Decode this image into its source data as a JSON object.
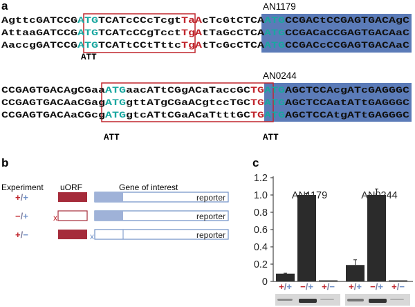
{
  "panel_a": {
    "label": "a",
    "gene_top": "AN1179",
    "gene_bottom": "AN0244",
    "block_top": [
      [
        {
          "t": "AgttcGATCCG",
          "c": "k"
        },
        {
          "t": "ATG",
          "c": "g"
        },
        {
          "t": "TCATcCCcTcgt",
          "c": "k"
        },
        {
          "t": "TaA",
          "c": "r"
        },
        {
          "t": "cTcGtCTCA",
          "c": "k"
        },
        {
          "t": "ATG",
          "c": "g"
        },
        {
          "t": "CCGACtCCGAGTGACAgC",
          "c": "k"
        }
      ],
      [
        {
          "t": "AttaaGATCCG",
          "c": "k"
        },
        {
          "t": "ATG",
          "c": "g"
        },
        {
          "t": "TCATcCCgTcct",
          "c": "k"
        },
        {
          "t": "TgA",
          "c": "r"
        },
        {
          "t": "tTaGcCTCA",
          "c": "k"
        },
        {
          "t": "ATG",
          "c": "g"
        },
        {
          "t": "CCGACaCCGAGTGACAaC",
          "c": "k"
        }
      ],
      [
        {
          "t": "AaccgGATCCG",
          "c": "k"
        },
        {
          "t": "ATG",
          "c": "g"
        },
        {
          "t": "TCATtCCtTttc",
          "c": "k"
        },
        {
          "t": "TgA",
          "c": "r"
        },
        {
          "t": "tTcGcCTCA",
          "c": "k"
        },
        {
          "t": "ATG",
          "c": "g"
        },
        {
          "t": "CCGACcCCGAGTGACAaC",
          "c": "k"
        }
      ]
    ],
    "block_bottom": [
      [
        {
          "t": "CCGAGTGACAgCGaa",
          "c": "k"
        },
        {
          "t": "ATG",
          "c": "g"
        },
        {
          "t": "aacATtCGgACaTaccGC",
          "c": "k"
        },
        {
          "t": "TG",
          "c": "r"
        },
        {
          "t": "ATG",
          "c": "g"
        },
        {
          "t": "AGCTCCAcgATcGAGGGC",
          "c": "k"
        }
      ],
      [
        {
          "t": "CCGAGTGACAaCGag",
          "c": "k"
        },
        {
          "t": "ATG",
          "c": "g"
        },
        {
          "t": "gttATgCGaACgtccTGC",
          "c": "k"
        },
        {
          "t": "TG",
          "c": "r"
        },
        {
          "t": "ATG",
          "c": "g"
        },
        {
          "t": "AGCTCCAatATtGAGGGC",
          "c": "k"
        }
      ],
      [
        {
          "t": "CCGAGTGACAaCGcg",
          "c": "k"
        },
        {
          "t": "ATG",
          "c": "g"
        },
        {
          "t": "gtcATtCGaACaTtttGC",
          "c": "k"
        },
        {
          "t": "TG",
          "c": "r"
        },
        {
          "t": "ATG",
          "c": "g"
        },
        {
          "t": "AGCTCCAtgATtGAGGGC",
          "c": "k"
        }
      ]
    ],
    "att_label": "ATT"
  },
  "panel_b": {
    "label": "b",
    "col_experiment": "Experiment",
    "col_uorf": "uORF",
    "col_gene": "Gene of interest",
    "rows": [
      {
        "sign1": "+",
        "sep": "/",
        "sign2": "+",
        "uorf_mutated": false,
        "reporter_mutated": false,
        "reporter": "reporter"
      },
      {
        "sign1": "−",
        "sep": "/",
        "sign2": "+",
        "uorf_mutated": true,
        "reporter_mutated": false,
        "reporter": "reporter"
      },
      {
        "sign1": "+",
        "sep": "/",
        "sign2": "−",
        "uorf_mutated": false,
        "reporter_mutated": true,
        "reporter": "reporter"
      }
    ],
    "mutation_mark": "x"
  },
  "panel_c": {
    "label": "c",
    "chart_data": {
      "type": "bar",
      "groups": [
        "AN1179",
        "AN0244"
      ],
      "categories": [
        "+/+",
        "−/+",
        "+/−"
      ],
      "series": [
        {
          "group": "AN1179",
          "values": [
            0.09,
            1.0,
            0.01
          ],
          "errors": [
            0.005,
            0.02,
            0.0
          ]
        },
        {
          "group": "AN0244",
          "values": [
            0.19,
            1.0,
            0.01
          ],
          "errors": [
            0.06,
            0.07,
            0.0
          ]
        }
      ],
      "ylim": [
        0,
        1.2
      ],
      "yticks": [
        "0",
        "0.2",
        "0.4",
        "0.6",
        "0.8",
        "1.0",
        "1.2"
      ],
      "ytick_values": [
        0,
        0.2,
        0.4,
        0.6,
        0.8,
        1.0,
        1.2
      ],
      "xlabel": "",
      "ylabel": "",
      "grid": false,
      "legend": "none"
    }
  },
  "colors": {
    "black": "#111111",
    "green": "#1aa7a0",
    "red": "#c0262d",
    "blue_sign": "#6f8fc6",
    "box_red": "#c0262d",
    "highlight_blue": "#5b7bb8",
    "uorf_fill": "#a52b3a",
    "gene_fill": "#9fb2d8",
    "gene_border": "#6f8fc6",
    "bar": "#2b2b2b",
    "blot_bg": "#d8d8d8",
    "blot_band": "#333333"
  }
}
